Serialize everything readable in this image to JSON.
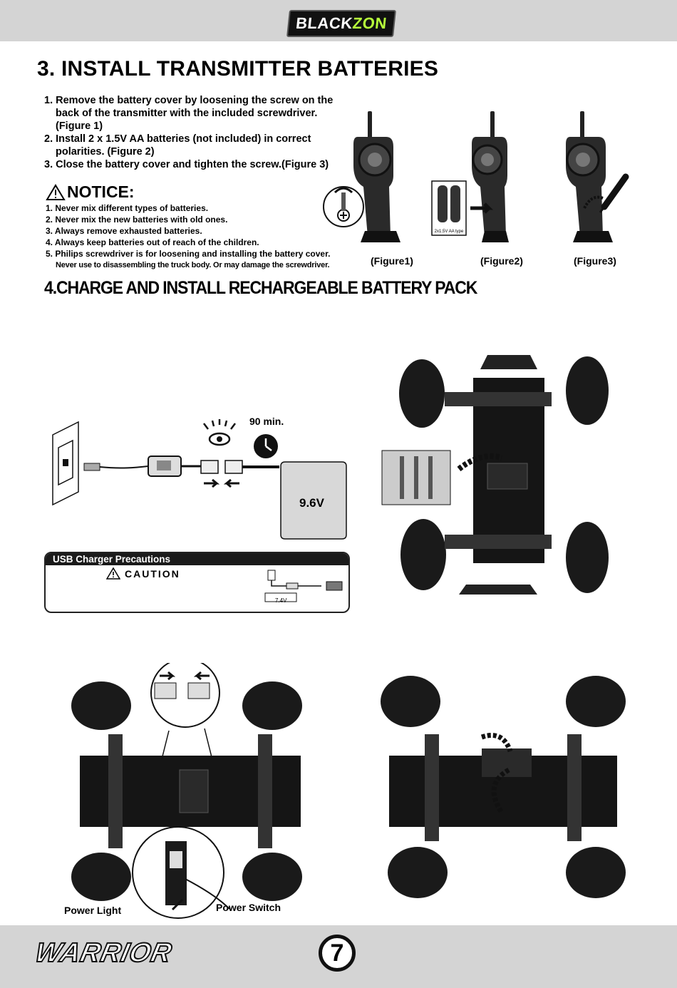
{
  "header": {
    "logo_left": "BLACK",
    "logo_right": "ZON"
  },
  "section3": {
    "title": "3. INSTALL TRANSMITTER BATTERIES",
    "steps": [
      "1. Remove the battery cover by loosening the screw on the back of the transmitter with the included screwdriver. (Figure 1)",
      "2. Install 2 x 1.5V AA batteries (not included) in correct polarities. (Figure 2)",
      "3. Close the battery cover and tighten the screw.(Figure 3)"
    ],
    "notice_title": "NOTICE:",
    "notice_items": [
      "1. Never mix different types of batteries.",
      "2. Never mix the new batteries with old ones.",
      "3. Always remove exhausted batteries.",
      "4. Always keep batteries out of reach of the children.",
      "5. Philips screwdriver is for loosening and installing the battery cover."
    ],
    "notice_sub": "Never use to disassembling the truck body. Or may damage the screwdriver.",
    "figure_labels": [
      "(Figure1)",
      "(Figure2)",
      "(Figure3)"
    ],
    "battery_note": "2x1.5V AA type"
  },
  "section4": {
    "title": "4.CHARGE AND INSTALL RECHARGEABLE BATTERY PACK",
    "charge_time": "90 min.",
    "battery_voltage": "9.6V",
    "usb_box_title": "USB Charger Precautions",
    "caution_word": "CAUTION",
    "usb_voltage": "7.4V",
    "power_light_label": "Power Light",
    "power_switch_label": "Power Switch"
  },
  "footer": {
    "brand": "WARRIOR",
    "page_number": "7"
  },
  "colors": {
    "band": "#d4d4d4",
    "logo_accent": "#b6ff3b"
  }
}
